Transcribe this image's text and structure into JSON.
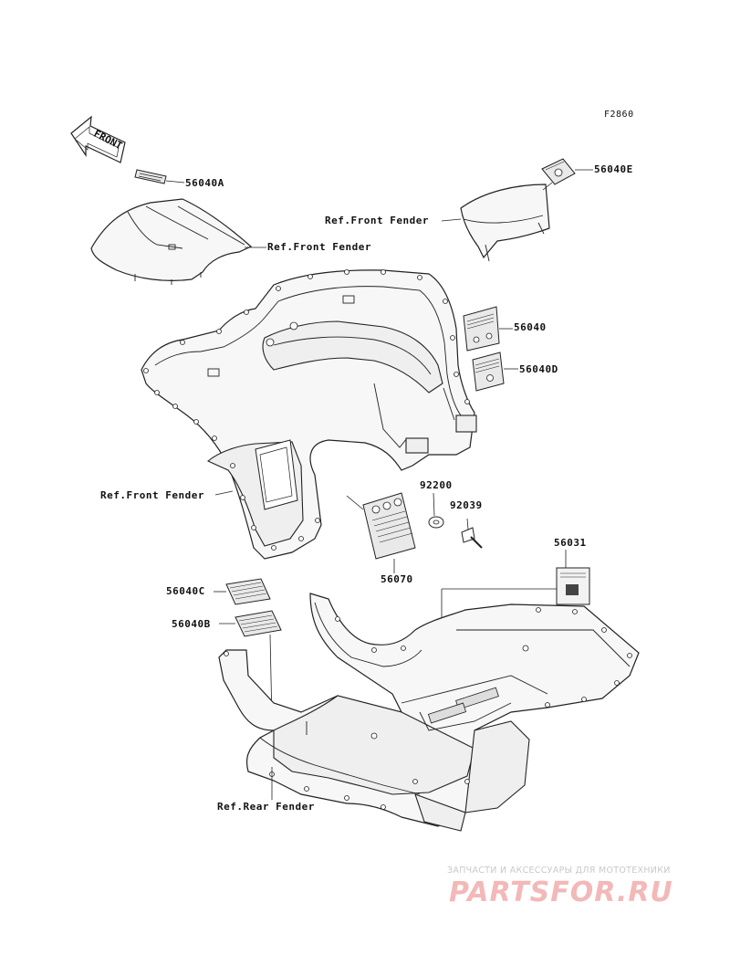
{
  "figure_code": "F2860",
  "front_arrow": "FRONT",
  "labels": {
    "p56040A": "56040A",
    "p56040E": "56040E",
    "p56040": "56040",
    "p56040D": "56040D",
    "p92200": "92200",
    "p92039": "92039",
    "p56070": "56070",
    "p56031": "56031",
    "p56040C": "56040C",
    "p56040B": "56040B",
    "ref_front_fender_1": "Ref.Front Fender",
    "ref_front_fender_2": "Ref.Front Fender",
    "ref_front_fender_3": "Ref.Front Fender",
    "ref_rear_fender": "Ref.Rear Fender"
  },
  "watermark": {
    "tagline": "ЗАПЧАСТИ И АКСЕССУАРЫ ДЛЯ МОТОТЕХНИКИ",
    "logo": "PARTSFOR.RU"
  }
}
